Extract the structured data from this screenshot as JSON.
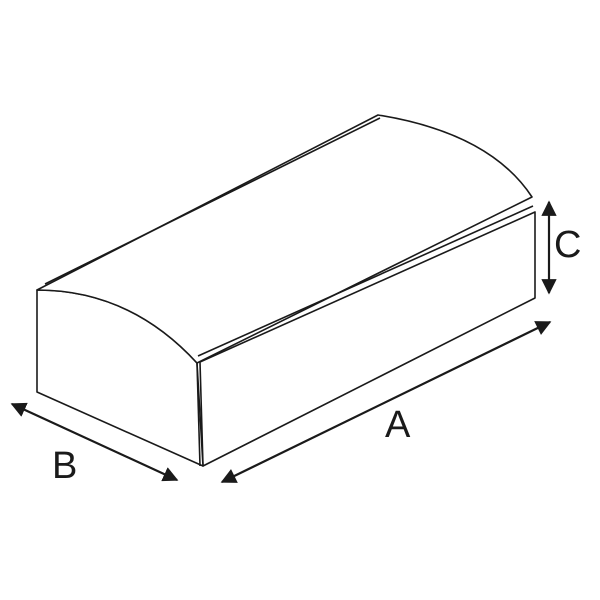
{
  "dimensions": {
    "length_label": "A",
    "width_label": "B",
    "height_label": "C"
  },
  "colors": {
    "stroke": "#1a1a1a",
    "face_fill": "#ffffff"
  }
}
